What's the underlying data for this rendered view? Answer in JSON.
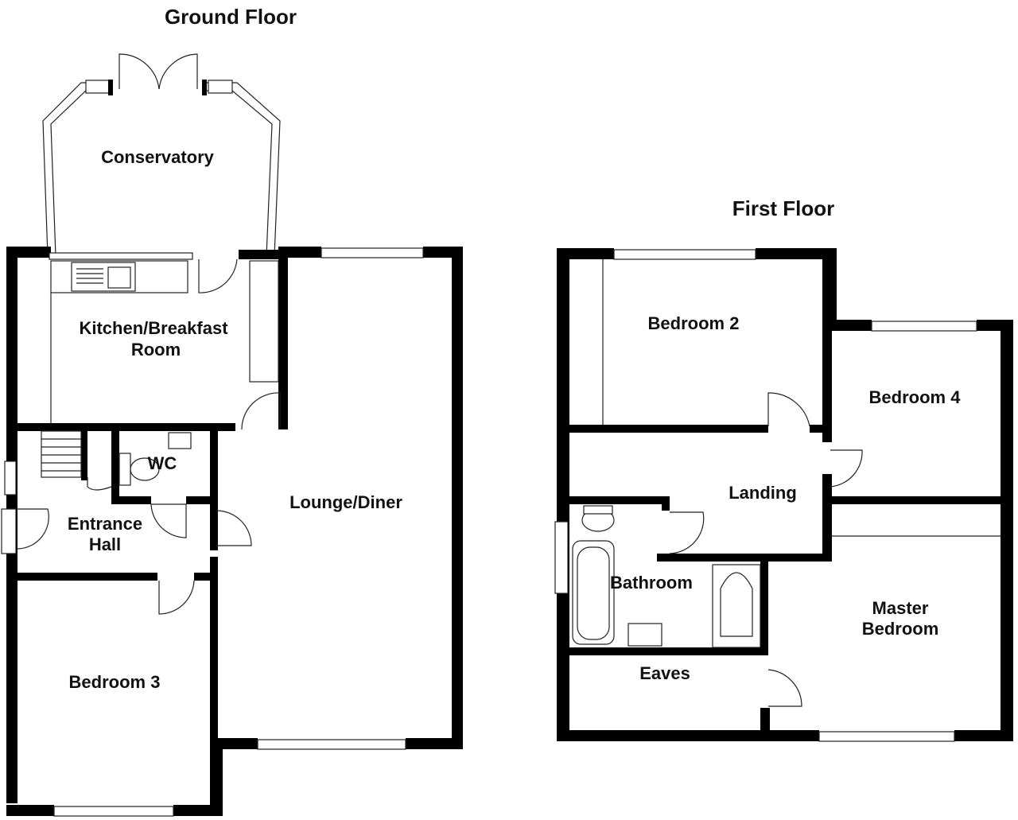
{
  "floors": {
    "ground": {
      "title": "Ground Floor",
      "rooms": {
        "conservatory": "Conservatory",
        "kitchen_line1": "Kitchen/Breakfast",
        "kitchen_line2": "Room",
        "wc": "WC",
        "lounge": "Lounge/Diner",
        "hall_line1": "Entrance",
        "hall_line2": "Hall",
        "bedroom3": "Bedroom 3"
      }
    },
    "first": {
      "title": "First Floor",
      "rooms": {
        "bedroom2": "Bedroom 2",
        "bedroom4": "Bedroom 4",
        "landing": "Landing",
        "bathroom": "Bathroom",
        "master_line1": "Master",
        "master_line2": "Bedroom",
        "eaves": "Eaves"
      }
    }
  },
  "colors": {
    "wall": "#000000",
    "line": "#222222",
    "background": "#ffffff"
  }
}
